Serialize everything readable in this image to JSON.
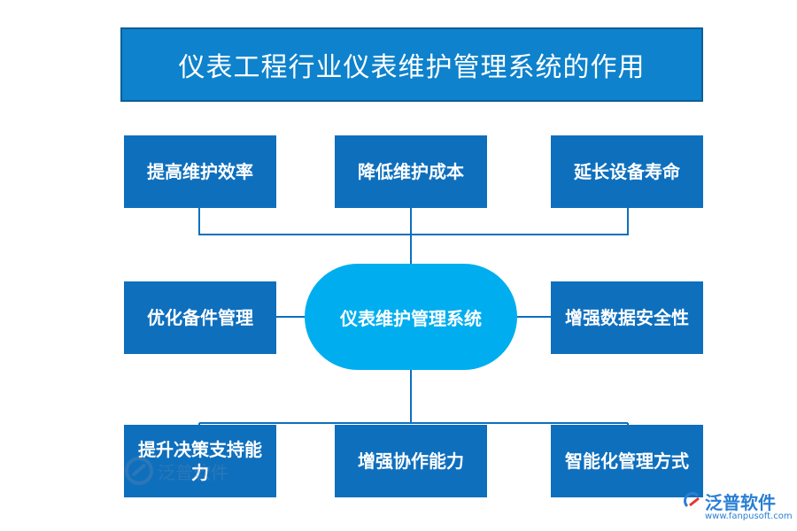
{
  "title": "仪表工程行业仪表维护管理系统的作用",
  "center": "仪表维护管理系统",
  "nodes": {
    "top_left": "提高维护效率",
    "top_center": "降低维护成本",
    "top_right": "延长设备寿命",
    "mid_left": "优化备件管理",
    "mid_right": "增强数据安全性",
    "bottom_left": "提升决策支持能力",
    "bottom_center": "增强协作能力",
    "bottom_right": "智能化管理方式"
  },
  "watermark": {
    "text": "泛普软件"
  },
  "logo": {
    "name": "泛普软件",
    "url": "www.fanpusoft.com"
  },
  "colors": {
    "title_bg": "#0e82cc",
    "node_bg": "#0e6fbd",
    "center_bg": "#00aeef",
    "line": "#0e6fbd"
  }
}
